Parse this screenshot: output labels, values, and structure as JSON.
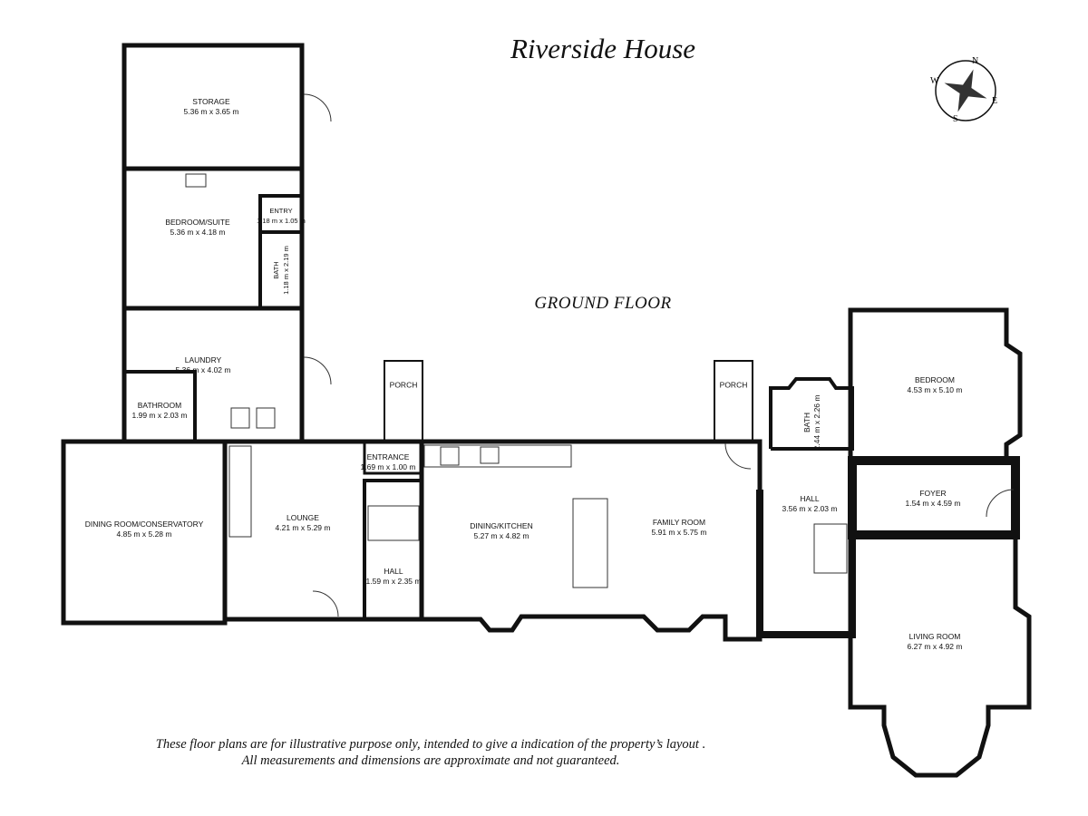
{
  "title": "Riverside House",
  "floor_label": "GROUND FLOOR",
  "disclaimer": {
    "line1": "These floor plans are for illustrative purpose only, intended to give a indication of the property’s layout .",
    "line2": "All measurements and dimensions are approximate and not guaranteed."
  },
  "compass": {
    "n": "N",
    "e": "E",
    "s": "S",
    "w": "W"
  },
  "rooms": {
    "storage": {
      "name": "STORAGE",
      "size": "5.36 m x 3.65 m"
    },
    "bedroom_suite": {
      "name": "BEDROOM/SUITE",
      "size": "5.36 m x 4.18 m"
    },
    "entry": {
      "name": "ENTRY",
      "size": "1.18 m x 1.05 m"
    },
    "suite_bath": {
      "name": "BATH",
      "size": "1.18 m x 2.19 m"
    },
    "laundry": {
      "name": "LAUNDRY",
      "size": "5.36 m x 4.02 m"
    },
    "bathroom": {
      "name": "BATHROOM",
      "size": "1.99 m x 2.03 m"
    },
    "dining_conservatory": {
      "name": "DINING ROOM/CONSERVATORY",
      "size": "4.85 m x 5.28 m"
    },
    "lounge": {
      "name": "LOUNGE",
      "size": "4.21 m x 5.29 m"
    },
    "entrance": {
      "name": "ENTRANCE",
      "size": "1.69 m x 1.00 m"
    },
    "hall_west": {
      "name": "HALL",
      "size": "1.59 m x 2.35 m"
    },
    "porch_west": {
      "name": "PORCH"
    },
    "dining_kitchen": {
      "name": "DINING/KITCHEN",
      "size": "5.27 m x 4.82 m"
    },
    "family_room": {
      "name": "FAMILY ROOM",
      "size": "5.91 m x 5.75 m"
    },
    "porch_east": {
      "name": "PORCH"
    },
    "bath_east": {
      "name": "BATH",
      "size": "2.44 m x 2.26 m"
    },
    "hall_east": {
      "name": "HALL",
      "size": "3.56 m x 2.03 m"
    },
    "bedroom": {
      "name": "BEDROOM",
      "size": "4.53 m x 5.10 m"
    },
    "foyer": {
      "name": "FOYER",
      "size": "1.54 m x 4.59 m"
    },
    "living_room": {
      "name": "LIVING ROOM",
      "size": "6.27 m x 4.92 m"
    }
  }
}
